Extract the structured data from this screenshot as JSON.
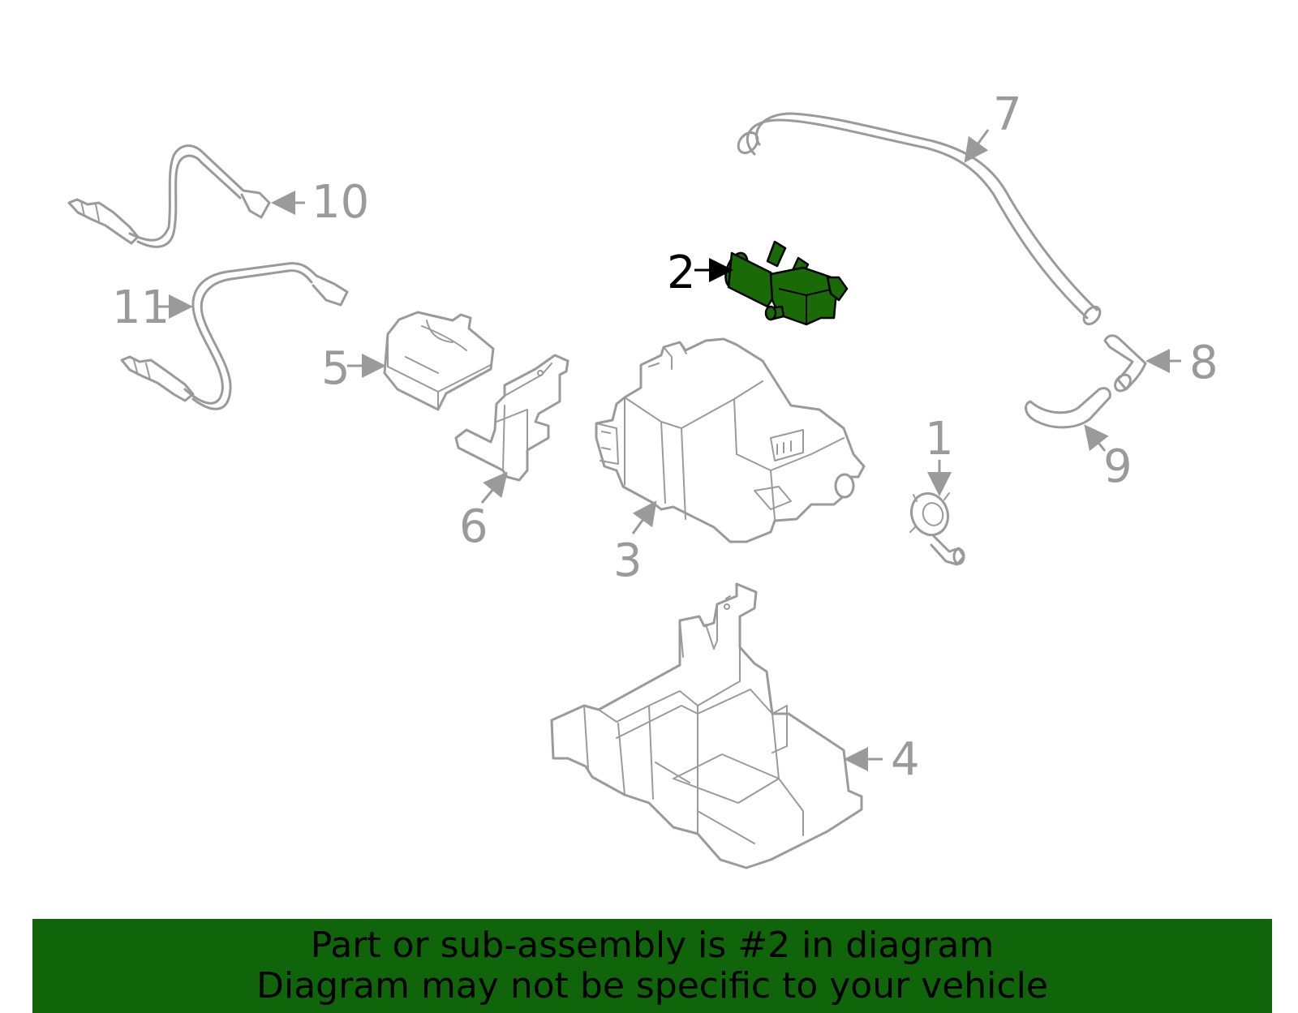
{
  "callouts": {
    "p1": "1",
    "p2": "2",
    "p3": "3",
    "p4": "4",
    "p5": "5",
    "p6": "6",
    "p7": "7",
    "p8": "8",
    "p9": "9",
    "p10": "10",
    "p11": "11"
  },
  "highlight_part": "2",
  "colors": {
    "highlight": "#1a6a08",
    "banner": "#10640a",
    "line_art": "#9a9a9a"
  },
  "banner": {
    "line1": "Part or sub-assembly is #2 in diagram",
    "line2": "Diagram may not be specific to your vehicle"
  }
}
